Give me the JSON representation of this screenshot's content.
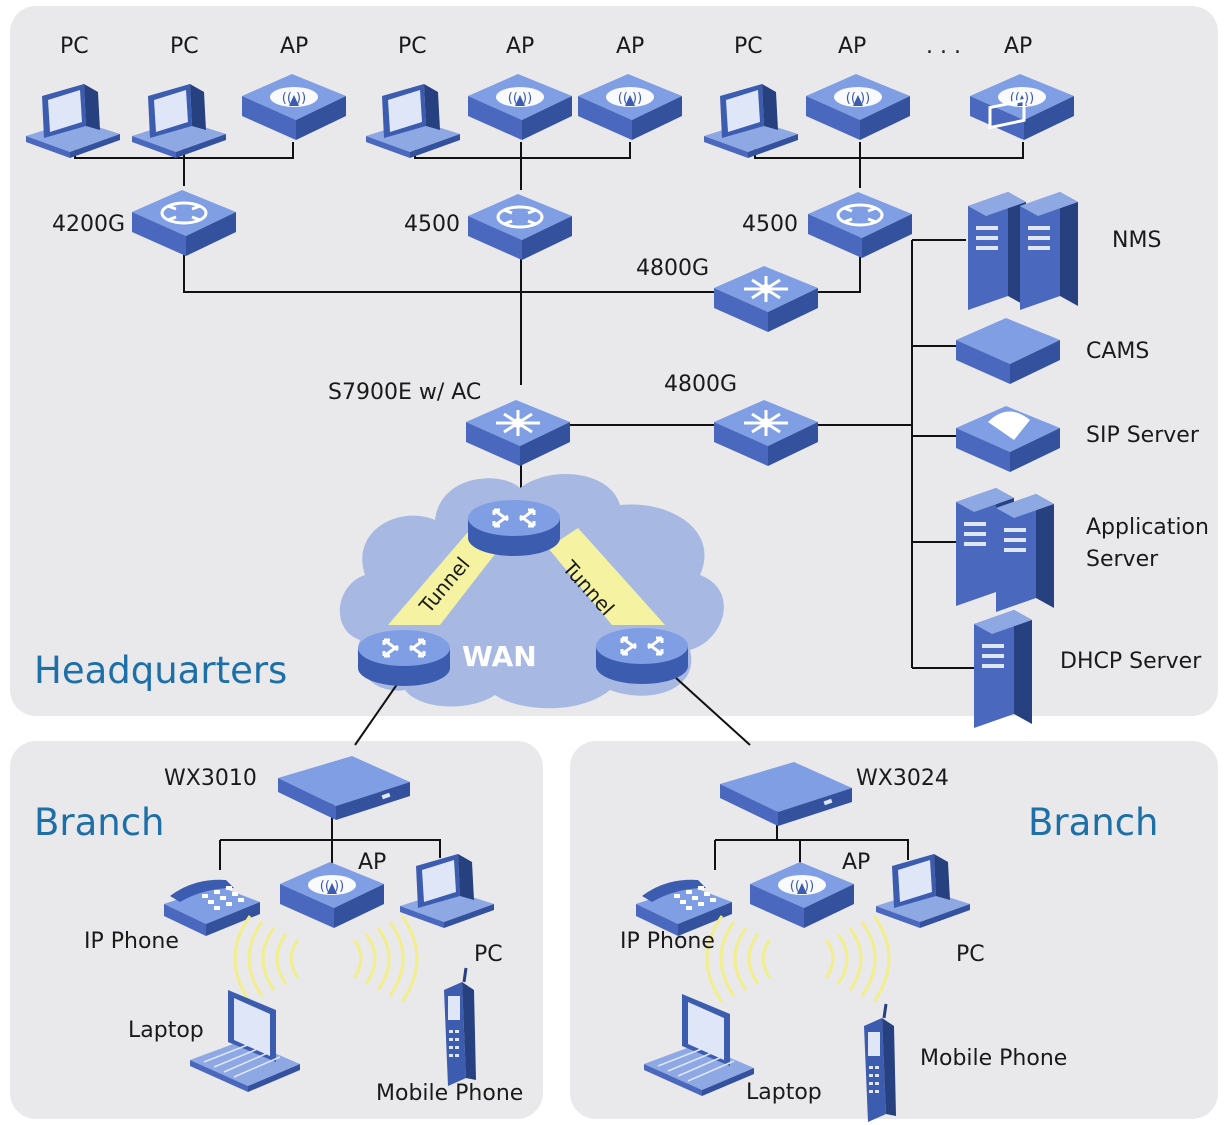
{
  "regions": {
    "headquarters": "Headquarters",
    "branch_left": "Branch",
    "branch_right": "Branch"
  },
  "wan_label": "WAN",
  "tunnel_label": "Tunnel",
  "hq_endpoints": {
    "pc1": "PC",
    "pc2": "PC",
    "ap1": "AP",
    "pc3": "PC",
    "ap2": "AP",
    "ap3": "AP",
    "pc4": "PC",
    "ap4": "AP",
    "dots": ". . .",
    "ap5": "AP"
  },
  "hq_switches": {
    "sw_4200g": "4200G",
    "sw_4500_mid": "4500",
    "sw_4500_right": "4500",
    "sw_4800g_top": "4800G",
    "sw_4800g_bottom": "4800G",
    "core": "S7900E w/ AC"
  },
  "servers": {
    "nms": "NMS",
    "cams": "CAMS",
    "sip": "SIP Server",
    "app_line1": "Application",
    "app_line2": "Server",
    "dhcp": "DHCP Server"
  },
  "branch_left": {
    "controller": "WX3010",
    "ap": "AP",
    "ip_phone": "IP Phone",
    "pc": "PC",
    "laptop": "Laptop",
    "mobile": "Mobile Phone"
  },
  "branch_right": {
    "controller": "WX3024",
    "ap": "AP",
    "ip_phone": "IP Phone",
    "pc": "PC",
    "laptop": "Laptop",
    "mobile": "Mobile Phone"
  },
  "colors": {
    "panel": "#e9e9ec",
    "device_top": "#6e8fd8",
    "device_side": "#3c5cb0",
    "cloud": "#9fb3e0",
    "tunnel": "#f5f3a2",
    "region_text": "#1d6fa8",
    "line": "#111111"
  }
}
